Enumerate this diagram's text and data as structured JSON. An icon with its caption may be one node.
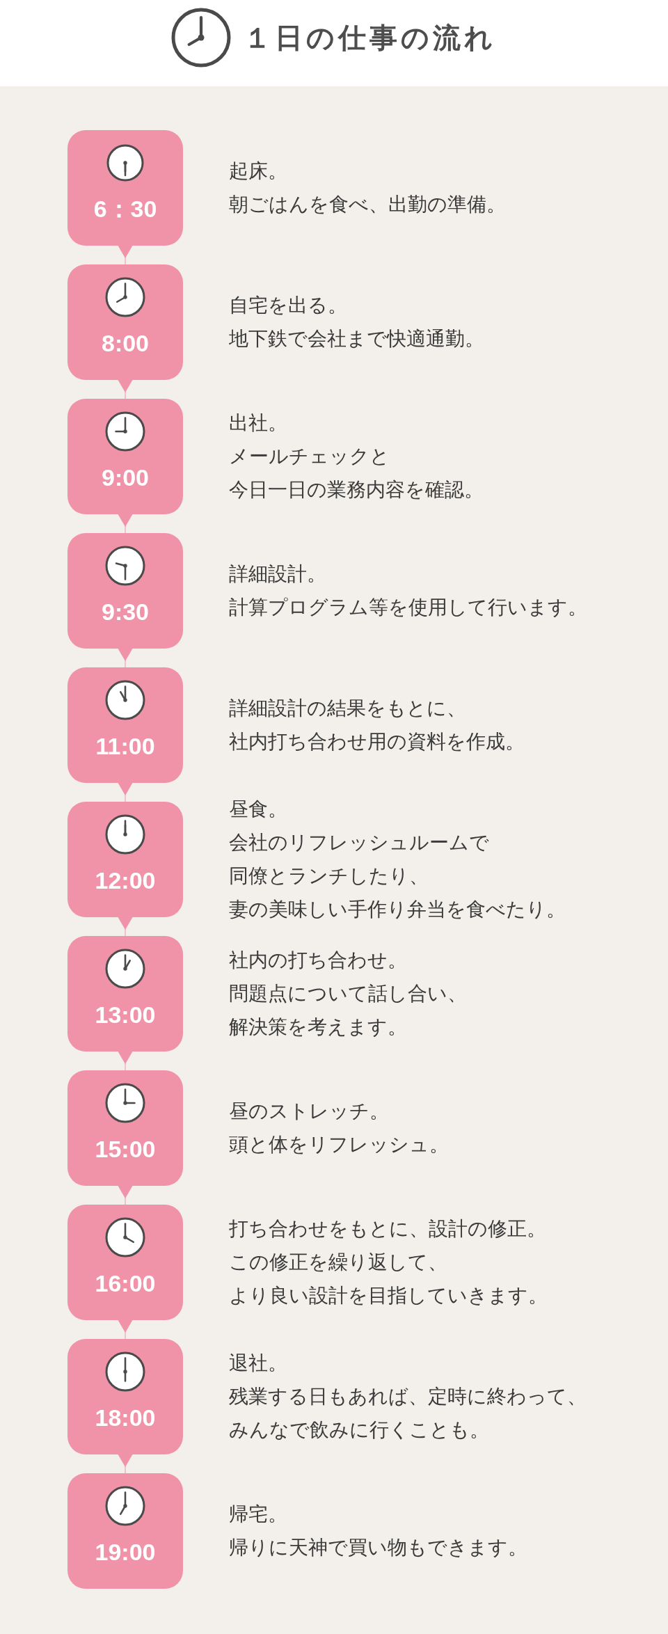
{
  "diagram": {
    "title": "１日の仕事の流れ",
    "nodes": [
      {
        "text": [
          "6：30"
        ],
        "beside": [
          "起床。",
          "朝ごはんを食べ、出勤の準備。"
        ]
      },
      {
        "text": [
          "8:00"
        ],
        "beside": [
          "自宅を出る。",
          "地下鉄で会社まで快適通勤。"
        ]
      },
      {
        "text": [
          "9:00"
        ],
        "beside": [
          "出社。",
          "メールチェックと",
          "今日一日の業務内容を確認。"
        ]
      },
      {
        "text": [
          "9:30"
        ],
        "beside": [
          "詳細設計。",
          "計算プログラム等を使用して行います。"
        ]
      },
      {
        "text": [
          "11:00"
        ],
        "beside": [
          "詳細設計の結果をもとに、",
          "社内打ち合わせ用の資料を作成。"
        ]
      },
      {
        "text": [
          "12:00"
        ],
        "beside": [
          "昼食。",
          "会社のリフレッシュルームで",
          "同僚とランチしたり、",
          "妻の美味しい手作り弁当を食べたり。"
        ]
      },
      {
        "text": [
          "13:00"
        ],
        "beside": [
          "社内の打ち合わせ。",
          "問題点について話し合い、",
          "解決策を考えます。"
        ]
      },
      {
        "text": [
          "15:00"
        ],
        "beside": [
          "昼のストレッチ。",
          "頭と体をリフレッシュ。"
        ]
      },
      {
        "text": [
          "16:00"
        ],
        "beside": [
          "打ち合わせをもとに、設計の修正。",
          "この修正を繰り返して、",
          "より良い設計を目指していきます。"
        ]
      },
      {
        "text": [
          "18:00"
        ],
        "beside": [
          "退社。",
          "残業する日もあれば、定時に終わって、",
          "みんなで飲みに行くことも。"
        ]
      },
      {
        "text": [
          "19:00"
        ],
        "beside": [
          "帰宅。",
          "帰りに天神で買い物もできます。"
        ]
      }
    ],
    "edges": [
      {
        "from": 0,
        "to": 1,
        "arrow": "to"
      },
      {
        "from": 1,
        "to": 2,
        "arrow": "to"
      },
      {
        "from": 2,
        "to": 3,
        "arrow": "to"
      },
      {
        "from": 3,
        "to": 4,
        "arrow": "to"
      },
      {
        "from": 4,
        "to": 5,
        "arrow": "to"
      },
      {
        "from": 5,
        "to": 6,
        "arrow": "to"
      },
      {
        "from": 6,
        "to": 7,
        "arrow": "to"
      },
      {
        "from": 7,
        "to": 8,
        "arrow": "to"
      },
      {
        "from": 8,
        "to": 9,
        "arrow": "to"
      },
      {
        "from": 9,
        "to": 10,
        "arrow": "to"
      }
    ]
  }
}
